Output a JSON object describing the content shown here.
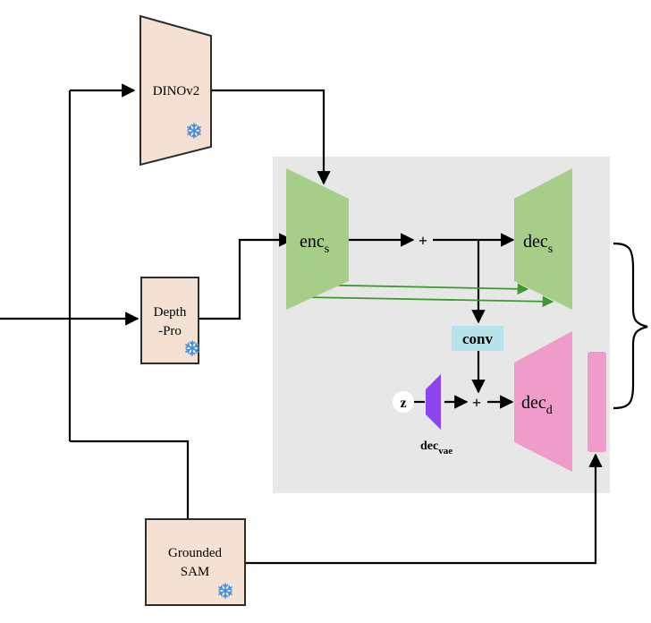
{
  "diagram": {
    "nodes": {
      "dinov2": {
        "label": "DINOv2",
        "frozen": true
      },
      "depth_pro": {
        "label_line1": "Depth",
        "label_line2": "-Pro",
        "frozen": true
      },
      "grounded_sam": {
        "label_line1": "Grounded",
        "label_line2": "SAM",
        "frozen": true
      },
      "enc_s": {
        "label": "enc",
        "sub": "s"
      },
      "dec_s": {
        "label": "dec",
        "sub": "s"
      },
      "dec_d": {
        "label": "dec",
        "sub": "d"
      },
      "conv": {
        "label": "conv"
      },
      "z": {
        "label": "z"
      },
      "dec_vae": {
        "label": "dec",
        "sub": "vae"
      },
      "plus_top": {
        "label": "+"
      },
      "plus_bottom": {
        "label": "+"
      }
    },
    "colors": {
      "frozen_block_fill": "#f5e1d3",
      "encoder_decoder_fill": "#a6ce88",
      "depth_decoder_fill": "#f09ccb",
      "conv_fill": "#b7e3ea",
      "vae_fill": "#8d45f0",
      "panel_fill": "#e7e7e7",
      "skip_arrow": "#3d9a2e",
      "snowflake": "#3a8ee0"
    },
    "frozen_icon": "snowflake-icon"
  }
}
